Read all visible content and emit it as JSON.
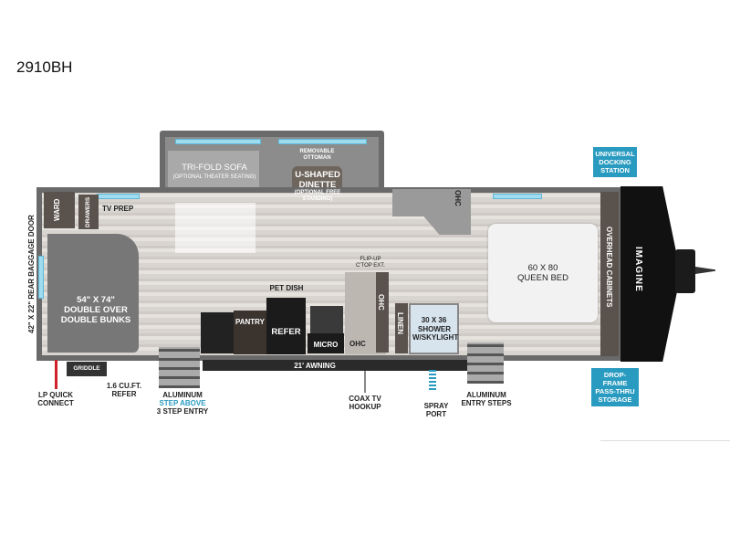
{
  "model": "2910BH",
  "brand_logo": "IMAGINE",
  "colors": {
    "accent": "#2a9bc0",
    "lp_line": "#d0202a",
    "step_above": "#2a9bc0"
  },
  "labels": {
    "rear_door": "42\" x 22\" Rear Baggage Door",
    "ward": "Ward",
    "drawers": "Drawers",
    "tv_prep": "TV Prep",
    "bunks_size": "54\" x 74\"",
    "bunks_name": "Double Over Double Bunks",
    "sofa": "Tri-Fold Sofa",
    "sofa_note": "(Optional Theater Seating)",
    "ottoman": "Removable Ottoman",
    "dinette": "U-Shaped Dinette",
    "dinette_note": "(Optional Free Standing)",
    "pet_dish": "Pet Dish",
    "pantry": "Pantry",
    "refer": "Refer",
    "micro": "Micro",
    "ohc_kitchen_1": "OHC",
    "ohc_kitchen_2": "OHC",
    "ohc_bath": "OHC",
    "flip_up": "Flip-Up C'Top Ext.",
    "linen": "Linen",
    "shower_size": "30 x 36",
    "shower_name": "Shower w/Skylight",
    "bed_size": "60 x 80",
    "bed_name": "Queen Bed",
    "overhead_cabinets": "Overhead Cabinets",
    "awning": "21' Awning",
    "griddle": "Griddle",
    "lp_quick_connect": "LP Quick Connect",
    "outside_refer": "1.6 Cu.Ft. Refer",
    "step_entry_1": "Aluminum",
    "step_entry_2": "Step Above",
    "step_entry_3": "3 Step Entry",
    "coax": "Coax TV Hookup",
    "spray_port": "Spray Port",
    "entry_steps": "Aluminum Entry Steps",
    "docking_station": "Universal Docking Station",
    "pass_thru": "Drop-Frame Pass-Thru Storage"
  }
}
